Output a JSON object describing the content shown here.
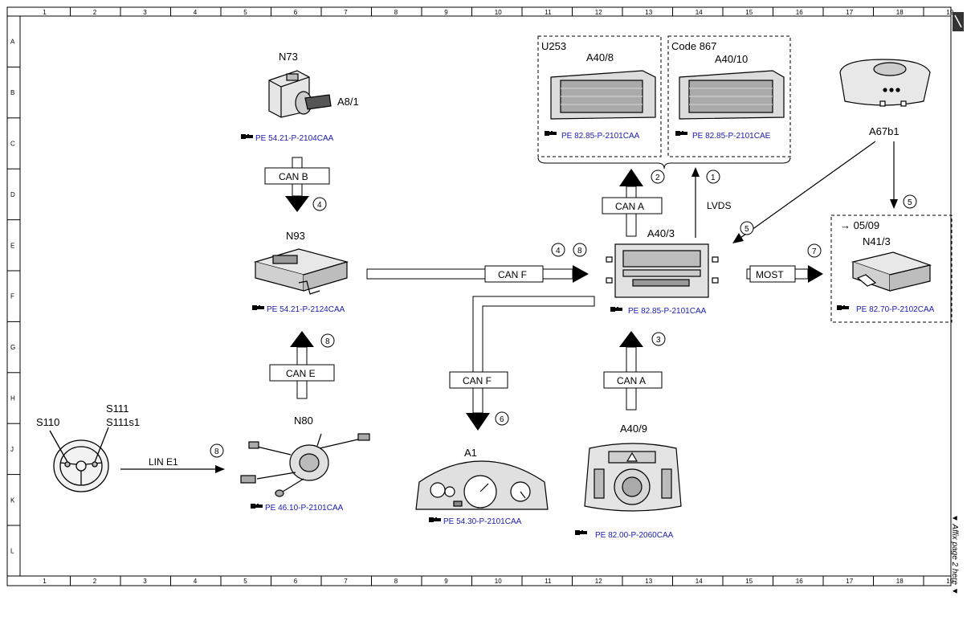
{
  "grid": {
    "columns": [
      "1",
      "2",
      "3",
      "4",
      "5",
      "6",
      "7",
      "8",
      "9",
      "10",
      "11",
      "12",
      "13",
      "14",
      "15",
      "16",
      "17",
      "18",
      "19"
    ],
    "rows": [
      "A",
      "B",
      "C",
      "D",
      "E",
      "F",
      "G",
      "H",
      "J",
      "K",
      "L"
    ]
  },
  "components": {
    "n73": "N73",
    "a8_1": "A8/1",
    "n93": "N93",
    "n80": "N80",
    "s110": "S110",
    "s111": "S111",
    "s111s1": "S111s1",
    "a1": "A1",
    "a40_9": "A40/9",
    "a40_3": "A40/3",
    "u253": "U253",
    "code867": "Code 867",
    "a40_8": "A40/8",
    "a40_10": "A40/10",
    "a67b1": "A67b1",
    "n41_3": "N41/3",
    "date_0509": "→ 05/09"
  },
  "references": {
    "ref_n73": "PE 54.21-P-2104CAA",
    "ref_n93": "PE 54.21-P-2124CAA",
    "ref_n80": "PE 46.10-P-2101CAA",
    "ref_a1": "PE 54.30-P-2101CAA",
    "ref_a40_9": "PE 82.00-P-2060CAA",
    "ref_a40_3": "PE 82.85-P-2101CAA",
    "ref_a40_8": "PE 82.85-P-2101CAA",
    "ref_a40_10": "PE 82.85-P-2101CAE",
    "ref_n41_3": "PE 82.70-P-2102CAA"
  },
  "buses": {
    "can_b": "CAN B",
    "can_e": "CAN E",
    "can_f_top": "CAN F",
    "can_f_down": "CAN F",
    "can_a_up": "CAN A",
    "can_a_top": "CAN A",
    "lin_e1": "LIN E1",
    "lvds": "LVDS",
    "most": "MOST"
  },
  "step_numbers": {
    "n1": "1",
    "n2": "2",
    "n3": "3",
    "n4a": "4",
    "n4b": "4",
    "n8a": "8",
    "n5a": "5",
    "n5b": "5",
    "n6": "6",
    "n7": "7",
    "n8b": "8",
    "n8c": "8"
  },
  "margin_note": "▼ Affix page 2 here ▼",
  "colors": {
    "reference_text": "#1a1ab4",
    "line": "#000000"
  }
}
